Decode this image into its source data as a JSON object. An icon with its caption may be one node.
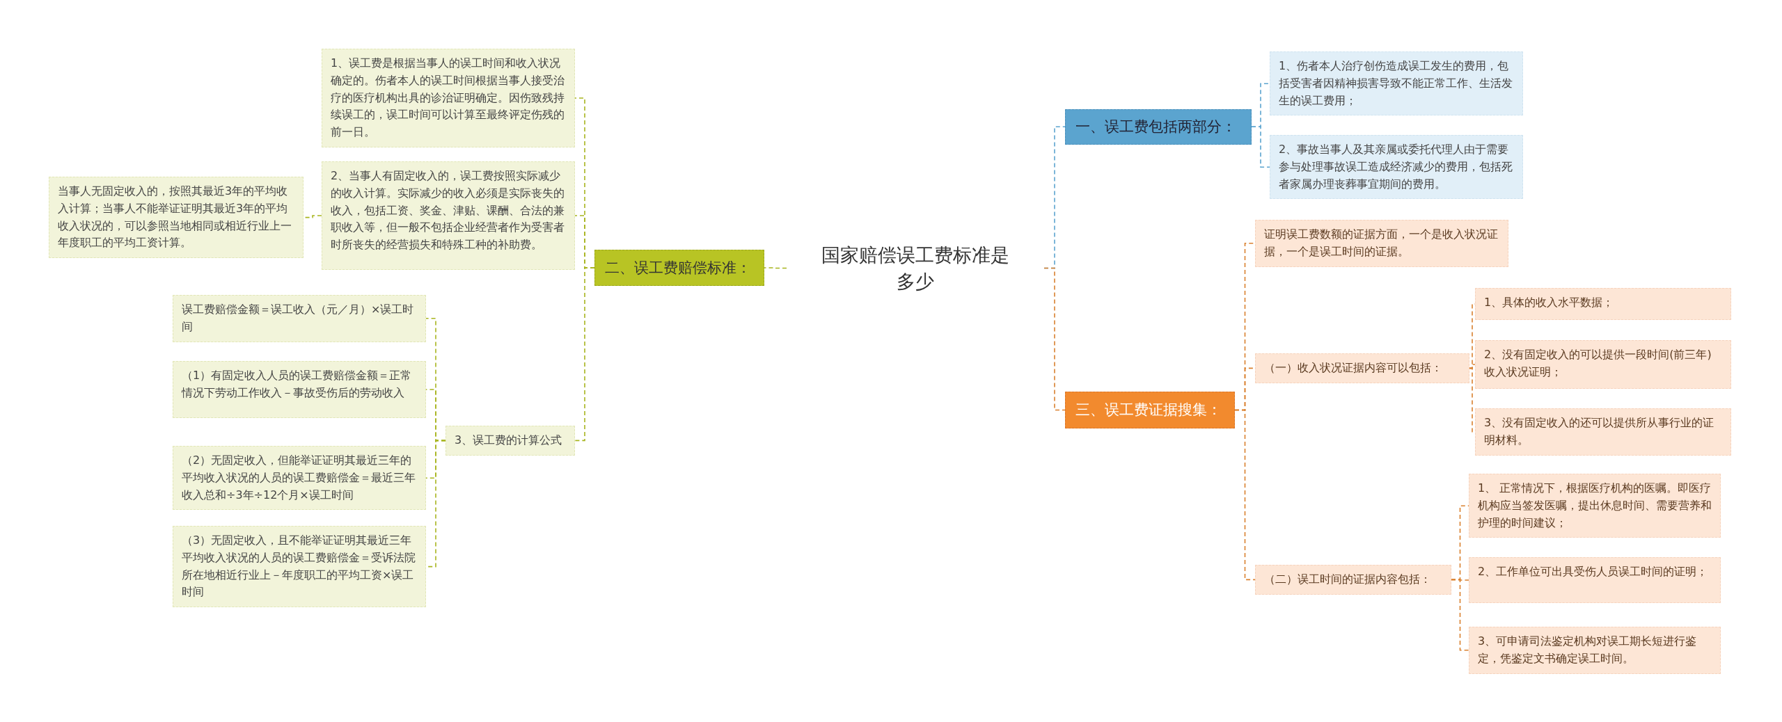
{
  "diagram": {
    "nodes": [
      {
        "text": [
          "国家赔偿误工费标准是多少"
        ]
      },
      {
        "text": [
          "一、误工费包括两部分："
        ]
      },
      {
        "text": [
          "1、伤者本人治疗创伤造成误工发生的费用，包括受害者因精神损害导致不能正常工作、生活发生的误工费用；"
        ]
      },
      {
        "text": [
          "2、事故当事人及其亲属或委托代理人由于需要参与处理事故误工造成经济减少的费用，包括死者家属办理丧葬事宜期间的费用。"
        ]
      },
      {
        "text": [
          "二、误工费赔偿标准："
        ]
      },
      {
        "text": [
          "1、误工费是根据当事人的误工时间和收入状况确定的。伤者本人的误工时间根据当事人接受治疗的医疗机构出具的诊治证明确定。因伤致残持续误工的，误工时间可以计算至最终评定伤残的前一日。"
        ]
      },
      {
        "text": [
          "2、当事人有固定收入的，误工费按照实际减少的收入计算。实际减少的收入必须是实际丧失的收入，包括工资、奖金、津贴、课酬、合法的兼职收入等，但一般不包括企业经营者作为受害者时所丧失的经营损失和特殊工种的补助费。"
        ]
      },
      {
        "text": [
          "当事人无固定收入的，按照其最近3年的平均收入计算；当事人不能举证证明其最近3年的平均收入状况的，可以参照当地相同或相近行业上一年度职工的平均工资计算。"
        ]
      },
      {
        "text": [
          "3、误工费的计算公式"
        ]
      },
      {
        "text": [
          "误工费赔偿金额＝误工收入（元／月）×误工时间"
        ]
      },
      {
        "text": [
          "（1）有固定收入人员的误工费赔偿金额＝正常情况下劳动工作收入－事故受伤后的劳动收入"
        ]
      },
      {
        "text": [
          "（2）无固定收入，但能举证证明其最近三年的平均收入状况的人员的误工费赔偿金＝最近三年收入总和÷3年÷12个月×误工时间"
        ]
      },
      {
        "text": [
          "（3）无固定收入，且不能举证证明其最近三年平均收入状况的人员的误工费赔偿金＝受诉法院所在地相近行业上－年度职工的平均工资×误工时间"
        ]
      },
      {
        "text": [
          "三、误工费证据搜集："
        ]
      },
      {
        "text": [
          "证明误工费数额的证据方面，一个是收入状况证据，一个是误工时间的证据。"
        ]
      },
      {
        "text": [
          "（一）收入状况证据内容可以包括："
        ]
      },
      {
        "text": [
          "1、具体的收入水平数据；"
        ]
      },
      {
        "text": [
          "2、没有固定收入的可以提供一段时间(前三年)收入状况证明；"
        ]
      },
      {
        "text": [
          "3、没有固定收入的还可以提供所从事行业的证明材料。"
        ]
      },
      {
        "text": [
          "（二）误工时间的证据内容包括："
        ]
      },
      {
        "text": [
          "1、 正常情况下，根据医疗机构的医嘱。即医疗机构应当签发医嘱，提出休息时间、需要营养和护理的时间建议；"
        ]
      },
      {
        "text": [
          "2、工作单位可出具受伤人员误工时间的证明；"
        ]
      },
      {
        "text": [
          "3、可申请司法鉴定机构对误工期长短进行鉴定，凭鉴定文书确定误工时间。"
        ]
      }
    ],
    "edges": [
      {
        "from": 0,
        "to": 1,
        "arrow": "none",
        "style": "dashed",
        "color": "#5ba4cf"
      },
      {
        "from": 1,
        "to": 2,
        "arrow": "none",
        "style": "dashed",
        "color": "#5ba4cf"
      },
      {
        "from": 1,
        "to": 3,
        "arrow": "none",
        "style": "dashed",
        "color": "#5ba4cf"
      },
      {
        "from": 0,
        "to": 4,
        "arrow": "none",
        "style": "dashed",
        "color": "#a8b51e"
      },
      {
        "from": 4,
        "to": 5,
        "arrow": "none",
        "style": "dashed",
        "color": "#a8b51e"
      },
      {
        "from": 4,
        "to": 6,
        "arrow": "none",
        "style": "dashed",
        "color": "#a8b51e"
      },
      {
        "from": 6,
        "to": 7,
        "arrow": "none",
        "style": "dashed",
        "color": "#a8b51e"
      },
      {
        "from": 4,
        "to": 8,
        "arrow": "none",
        "style": "dashed",
        "color": "#a8b51e"
      },
      {
        "from": 8,
        "to": 9,
        "arrow": "none",
        "style": "dashed",
        "color": "#a8b51e"
      },
      {
        "from": 8,
        "to": 10,
        "arrow": "none",
        "style": "dashed",
        "color": "#a8b51e"
      },
      {
        "from": 8,
        "to": 11,
        "arrow": "none",
        "style": "dashed",
        "color": "#a8b51e"
      },
      {
        "from": 8,
        "to": 12,
        "arrow": "none",
        "style": "dashed",
        "color": "#a8b51e"
      },
      {
        "from": 0,
        "to": 13,
        "arrow": "none",
        "style": "dashed",
        "color": "#d9802e"
      },
      {
        "from": 13,
        "to": 14,
        "arrow": "none",
        "style": "dashed",
        "color": "#d9802e"
      },
      {
        "from": 13,
        "to": 15,
        "arrow": "none",
        "style": "dashed",
        "color": "#d9802e"
      },
      {
        "from": 15,
        "to": 16,
        "arrow": "none",
        "style": "dashed",
        "color": "#d9802e"
      },
      {
        "from": 15,
        "to": 17,
        "arrow": "none",
        "style": "dashed",
        "color": "#d9802e"
      },
      {
        "from": 15,
        "to": 18,
        "arrow": "none",
        "style": "dashed",
        "color": "#d9802e"
      },
      {
        "from": 13,
        "to": 19,
        "arrow": "none",
        "style": "dashed",
        "color": "#d9802e"
      },
      {
        "from": 19,
        "to": 20,
        "arrow": "none",
        "style": "dashed",
        "color": "#d9802e"
      },
      {
        "from": 19,
        "to": 21,
        "arrow": "none",
        "style": "dashed",
        "color": "#d9802e"
      },
      {
        "from": 19,
        "to": 22,
        "arrow": "none",
        "style": "dashed",
        "color": "#d9802e"
      }
    ]
  }
}
